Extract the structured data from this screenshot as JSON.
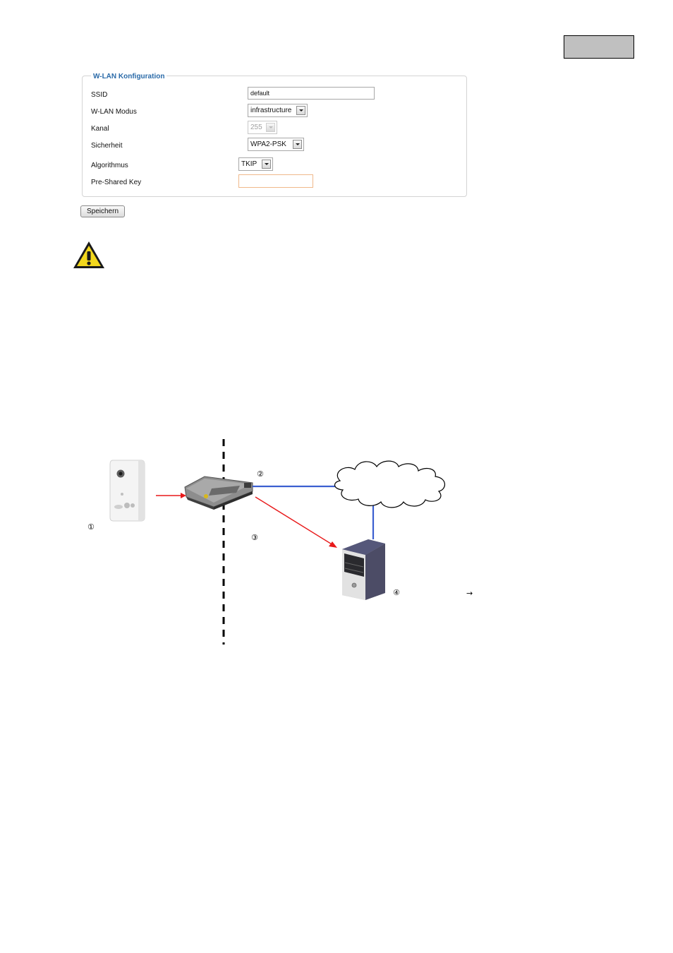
{
  "page_tab": {
    "color": "#c0c0c0"
  },
  "wlan_config": {
    "legend": "W-LAN Konfiguration",
    "fields": {
      "ssid": {
        "label": "SSID",
        "value": "default"
      },
      "mode": {
        "label": "W-LAN Modus",
        "value": "infrastructure"
      },
      "channel": {
        "label": "Kanal",
        "value": "255",
        "disabled": true
      },
      "security": {
        "label": "Sicherheit",
        "value": "WPA2-PSK"
      },
      "algorithm": {
        "label": "Algorithmus",
        "value": "TKIP"
      },
      "psk": {
        "label": "Pre-Shared Key",
        "value": ""
      }
    },
    "save_label": "Speichern",
    "accent": "#2a6aa8"
  },
  "warning": {
    "icon": "warning-triangle-icon",
    "color": "#f2d71c"
  },
  "diagram": {
    "markers": {
      "camera": "①",
      "router": "②",
      "connection": "③",
      "pc": "④",
      "arrow": "→"
    },
    "nodes": [
      "camera-icon",
      "router-icon",
      "internet-cloud-icon",
      "pc-tower-icon"
    ],
    "colors": {
      "wireless_link": "#e8191a",
      "wired_link": "#3b5fd0",
      "boundary": "#000000"
    }
  }
}
